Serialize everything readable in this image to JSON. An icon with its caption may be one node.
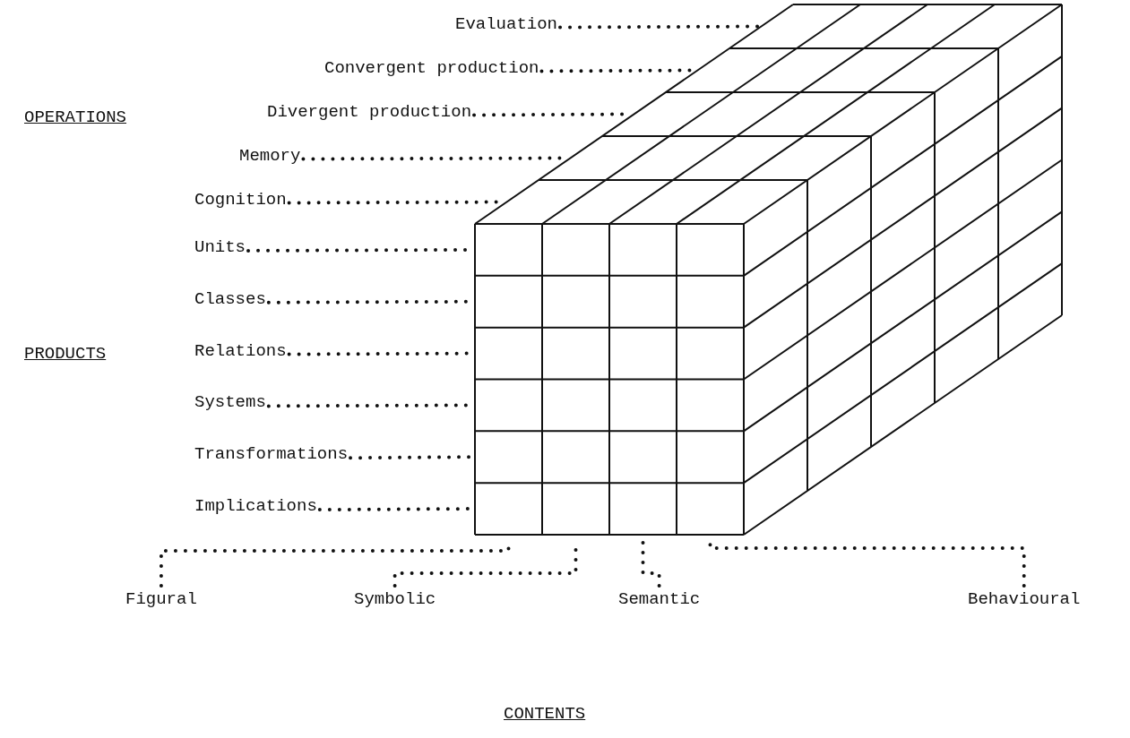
{
  "diagram": {
    "nodes": [
      {
        "text": [
          "Evaluation"
        ]
      },
      {
        "text": [
          "Convergent production"
        ]
      },
      {
        "text": [
          "Divergent production"
        ]
      },
      {
        "text": [
          "Memory"
        ]
      },
      {
        "text": [
          "Cognition"
        ]
      },
      {
        "text": [
          "Units"
        ]
      },
      {
        "text": [
          "Classes"
        ]
      },
      {
        "text": [
          "Relations"
        ]
      },
      {
        "text": [
          "Systems"
        ]
      },
      {
        "text": [
          "Transformations"
        ]
      },
      {
        "text": [
          "Implications"
        ]
      },
      {
        "text": [
          "Figural"
        ]
      },
      {
        "text": [
          "Symbolic"
        ]
      },
      {
        "text": [
          "Semantic"
        ]
      },
      {
        "text": [
          "Behavioural"
        ]
      }
    ],
    "edges": [
      {
        "from": 0,
        "to": null,
        "arrow": "none"
      },
      {
        "from": 1,
        "to": null,
        "arrow": "none"
      },
      {
        "from": 2,
        "to": null,
        "arrow": "none"
      },
      {
        "from": 3,
        "to": null,
        "arrow": "none"
      },
      {
        "from": 4,
        "to": null,
        "arrow": "none"
      },
      {
        "from": 5,
        "to": null,
        "arrow": "none"
      },
      {
        "from": 6,
        "to": null,
        "arrow": "none"
      },
      {
        "from": 7,
        "to": null,
        "arrow": "none"
      },
      {
        "from": 8,
        "to": null,
        "arrow": "none"
      },
      {
        "from": 9,
        "to": null,
        "arrow": "none"
      },
      {
        "from": 10,
        "to": null,
        "arrow": "none"
      },
      {
        "from": 11,
        "to": null,
        "arrow": "none"
      },
      {
        "from": 12,
        "to": null,
        "arrow": "none"
      },
      {
        "from": 13,
        "to": null,
        "arrow": "none"
      },
      {
        "from": 14,
        "to": null,
        "arrow": "none"
      }
    ],
    "labels": [
      "OPERATIONS",
      "PRODUCTS",
      "CONTENTS"
    ]
  }
}
